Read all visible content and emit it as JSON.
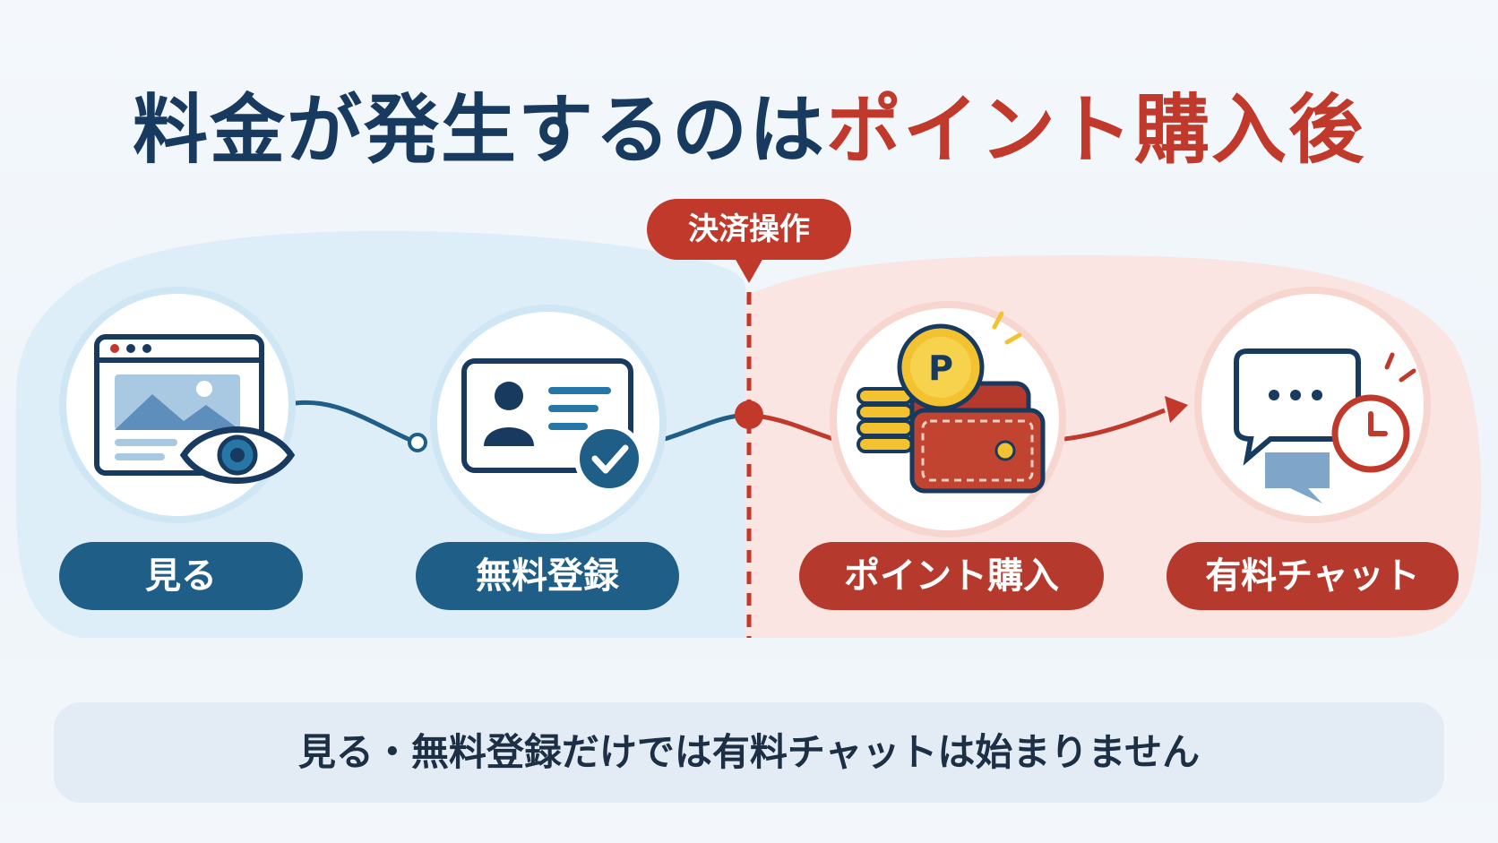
{
  "title": {
    "part1": "料金が発生するのは",
    "part2": "ポイント購入後"
  },
  "divider_label": "決済操作",
  "steps": [
    {
      "label": "見る",
      "icon": "browser-eye-icon",
      "zone": "free"
    },
    {
      "label": "無料登録",
      "icon": "id-card-check-icon",
      "zone": "free"
    },
    {
      "label": "ポイント購入",
      "icon": "coins-wallet-icon",
      "zone": "paid"
    },
    {
      "label": "有料チャット",
      "icon": "chat-clock-icon",
      "zone": "paid"
    }
  ],
  "note": "見る・無料登録だけでは有料チャットは始まりません",
  "colors": {
    "navy": "#173a5e",
    "blue": "#1f5e86",
    "red": "#c0392b",
    "gold": "#f2c230"
  }
}
